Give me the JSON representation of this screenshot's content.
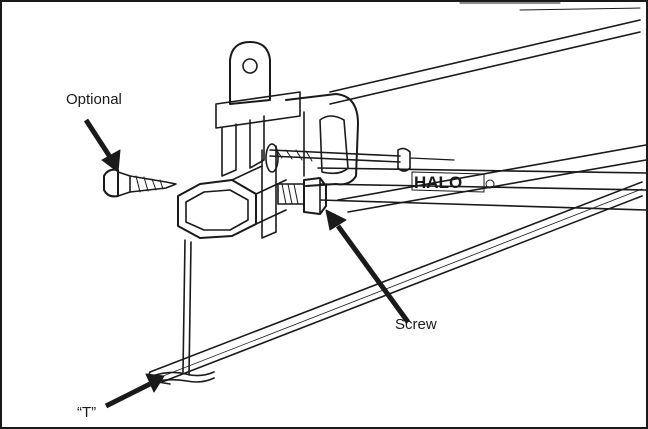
{
  "callouts": {
    "optional": "Optional",
    "screw": "Screw",
    "t": "“T”"
  },
  "brand_mark": "HALO",
  "colors": {
    "ink": "#1a1a1a",
    "paper": "#ffffff"
  }
}
